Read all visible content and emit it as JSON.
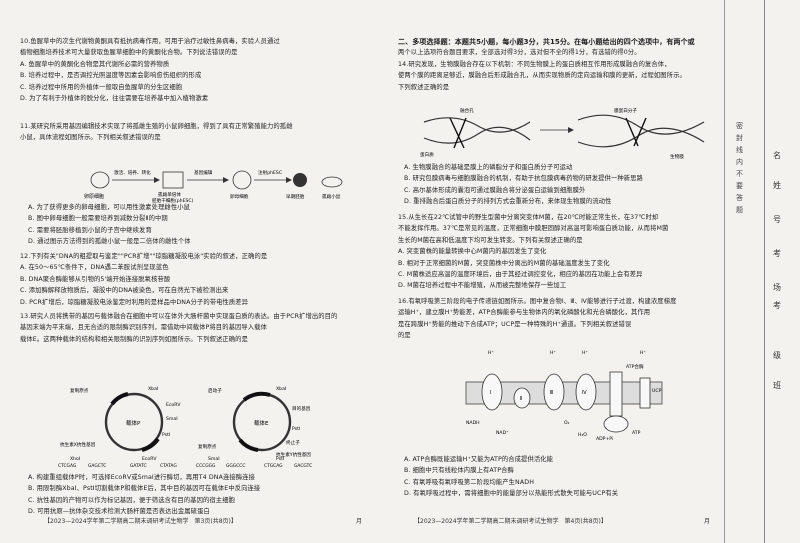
{
  "left": {
    "q10": [
      "10.鱼腥草中的次生代谢物黄酮具有抵抗病毒作用，可用于治疗过敏性鼻病毒，实验人员通过",
      "植物细胞培养技术可大量获取鱼腥草细胞中的黄酮化合物。下列说法错误的是",
      "A. 鱼腥草中的黄酮化合物是其代谢所必需的营养物质",
      "B. 培养过程中，是否调控光照温度等因素会影响愈伤组织的形成",
      "C. 培养过程中所用的外植体一般取自鱼腥草的分生区细胞",
      "D. 为了有利于外植体的脱分化，往往需要在培养基中加入植物激素"
    ],
    "q11": [
      "11.某研究所采用基因编辑技术实现了将孤雌生殖的小鼠卵细胞，得到了具有正常繁殖能力的孤雌",
      "小鼠，具体流程如图所示。下列相关叙述错误的是"
    ],
    "q11fig": {
      "a": "卵原细胞",
      "b": "激活、培养、转化",
      "c": "孤雌单倍体",
      "c2": "胚胎干细胞(phESC)",
      "d": "基因编辑",
      "e": "卵母细胞",
      "f": "注射phESC",
      "g": "早期胚胎",
      "h": "孤雌小鼠"
    },
    "q11opts": [
      "A. 为了获得更多的卵母细胞，可以用性激素处理雌性小鼠",
      "B. 图中卵母细胞一般需要培养到减数分裂Ⅱ的中期",
      "C. 需要将胚胎移植到小鼠的子宫中继续发育",
      "D. 通过图示方法得到的孤雌小鼠一般是二倍体的雌性个体"
    ],
    "q12": [
      "12.下列有关\"DNA的粗提取与鉴定\"\"PCR扩增\"\"琼脂糖凝胶电泳\"实验的叙述，正确的是",
      "A. 在50～65℃条件下，DNA遇二苯胺试剂呈现蓝色",
      "B. DNA聚合酶能够从引物的5'端开始连接脱氧核苷酸",
      "C. 添加酶解释放物质后，凝胶中的DNA被染色，可在自然光下被检测出来",
      "D. PCR扩增后，琼脂糖凝胶电泳鉴定时利用的是样品中DNA分子的带电性质差异"
    ],
    "q13": [
      "13.研究人员将携带的基因与载体融合在细胞中可以在体外大肠杆菌中实现蛋白质的表达。由于PCR扩增出的目的",
      "基因末端为平末端，且无合适的限制酶识别序列，需借助中间载体P将目的基因导入载体",
      "载体E。这两种载体的结构和相关限制酶的识别序列如图所示。下列叙述正确的是"
    ],
    "q13fig": {
      "p": "载体P",
      "e": "载体E",
      "ori1": "复制原点",
      "ori2": "复制原点",
      "res1": "抗生素X抗性基因",
      "res2": "抗生素Y抗性基因",
      "prom": "启动子",
      "term": "终止子",
      "mid": "目的基因",
      "xba": "XbaⅠ",
      "ecor": "EcoRⅤ",
      "sma": "SmaⅠ",
      "pst": "PstⅠ",
      "seq1": "CTCGAG",
      "seq1b": "GAGCTC",
      "seq2": "GATATC",
      "seq2b": "CTATAG",
      "seq3": "CCCGGG",
      "seq3b": "GGGCCC",
      "seq4": "CTGCAG",
      "seq4b": "GACGTC",
      "lab1": "XhoⅠ",
      "lab2": "EcoRⅤ",
      "lab3": "SmaⅠ",
      "lab4": "PstⅠ"
    },
    "q13opts": [
      "A. 构建重组载体P时，可选择EcoRⅤ或SmaⅠ进行酶切，再用T4 DNA连接酶连接",
      "B. 用限制酶XbaⅠ、PstⅠ切割载体P和载体E后，其中目的基因可在载体E中反向连接",
      "C. 抗性基因的产物可以作为标记基因，便于筛选含有目的基因的宿主细胞",
      "D. 可用抗原—抗体杂交技术检测大肠杆菌是否表达出金属硫蛋白"
    ],
    "footer": "【2023—2024学年第二学期高二期末调研考试生物学　第3页(共8页)】",
    "footer_mark": "月"
  },
  "right": {
    "sec2": [
      "二、多项选择题：本题共5小题，每小题3分，共15分。在每小题给出的四个选项中，有两个或",
      "两个以上选项符合题目要求，全部选对得3分，选对但不全的得1分，有选错的得0分。"
    ],
    "q14": [
      "14.研究发现，生物膜融合存在以下机制：不同生物膜上的蛋白质相互作用形成膜融合的复合体，",
      "使两个膜的距离足够近，膜融合后形成融合孔，从而实现物质的定向运输和膜的更新，过程如图所示。",
      "下列叙述正确的是"
    ],
    "q14fig": {
      "l1": "融合孔",
      "l2": "蛋白质",
      "l3": "膜蛋白分子",
      "l4": "生物膜"
    },
    "q14opts": [
      "A. 生物膜融合的基础是膜上的磷脂分子和蛋白质分子可运动",
      "B. 研究包膜病毒与细胞膜融合的机制，有助于抗包膜病毒药物的研发提供一种新思路",
      "C. 高尔基体形成的囊泡可通过膜融合将分泌蛋白运输到细胞膜外",
      "D. 重排融合后蛋白质分子的排列方式会重新分布，来体现生物膜的流动性"
    ],
    "q15": [
      "15.从生长在22℃试管中的野生型菌中分离突变体M菌，在20℃时能正常生长，在37℃时却",
      "不能发挥作用。37℃是常见的温度，正常细胞中膜胆固醇对高温可影响蛋白质功能，从而将M菌",
      "生长的M菌在高和低温度下均可发生转变。下列有关叙述正确的是",
      "A. 突变菌株的能量转换中心M菌内的基因发生了变化",
      "B. 相对于正常细菌的M菌，突变菌株中分离出的M菌的基础温度发生了变化",
      "C. M菌株适应高温的温度环境后，由于其经过调控变化，相应的基因在功能上会有差异",
      "D. M菌在培养过程中不能增殖，从而被完整地保存一些加工"
    ],
    "q16": [
      "16.有氧呼吸第三阶段的电子传递链如图所示。图中复合物Ⅰ、Ⅲ、Ⅳ能够进行子过渡，构建浓度梯度",
      "运输H⁺，建立膜H⁺势能差，ATP合酶能参与生物体内的氧化磷酸化和光合磷酸化，其作用",
      "是在跨膜H⁺势能的推动下合成ATP；UCP是一种特殊的H⁺通道。下列相关叙述错误",
      "的是"
    ],
    "q16fig": {
      "h": "H⁺",
      "i": "Ⅰ",
      "ii": "Ⅱ",
      "iii": "Ⅲ",
      "iv": "Ⅳ",
      "nadh": "NADH",
      "nad": "NAD⁺",
      "o2": "O₂",
      "h2o": "H₂O",
      "atp": "ATP",
      "adp": "ADP+Pi",
      "atpsyn": "ATP合酶",
      "ucp": "UCP"
    },
    "q16opts": [
      "A. ATP合酶既能运输H⁺又能为ATP的合成提供活化能",
      "B. 细胞中只有线粒体内膜上有ATP合酶",
      "C. 有氧呼吸有氧呼吸第二阶段均能产生NADH",
      "D. 有氧呼吸过程中，需将细胞中的能量部分以热能形式散失可能与UCP有关"
    ],
    "footer": "【2023—2024学年第二学期高二期末调研考试生物学　第4页(共8页)】",
    "footer_mark": "月"
  },
  "binding": {
    "chars": [
      "名",
      "姓",
      "号",
      "考",
      "场",
      "考",
      "级",
      "班"
    ],
    "side": "密　封　线　内　不　要　答　题"
  }
}
